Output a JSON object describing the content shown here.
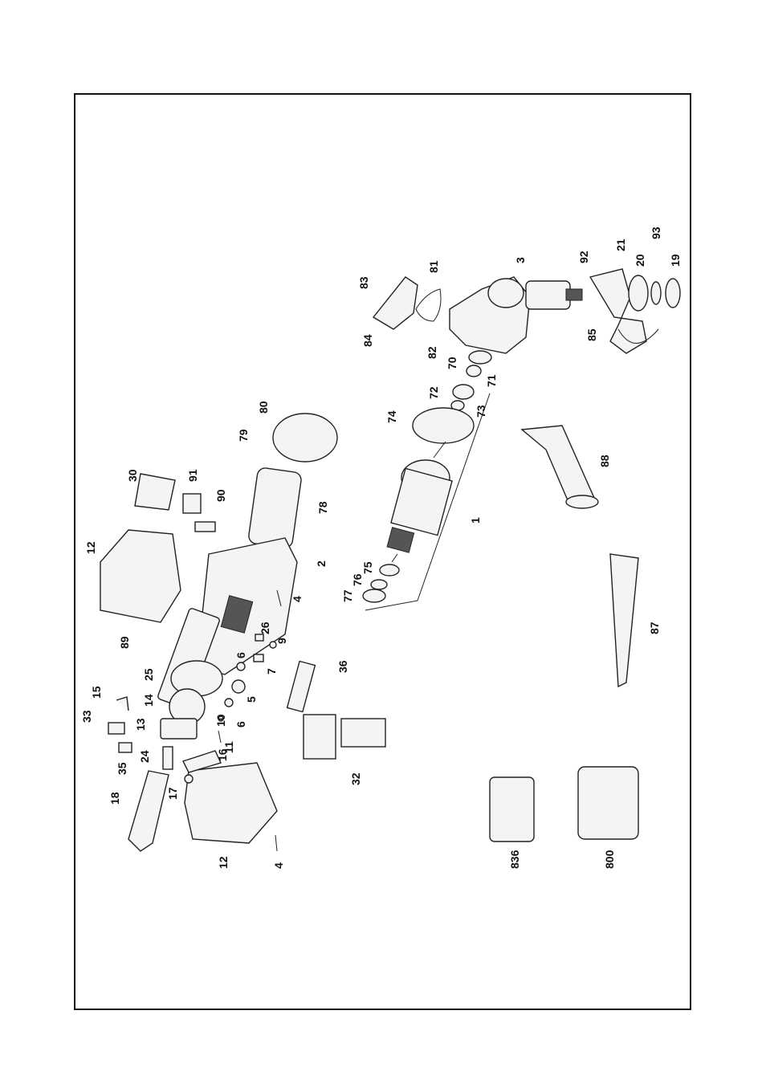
{
  "figure": {
    "labels": {
      "p1": "1",
      "p2": "2",
      "p3": "3",
      "p4a": "4",
      "p4b": "4",
      "p5": "5",
      "p6a": "6",
      "p6b": "6",
      "p7": "7",
      "p9": "9",
      "p10": "10",
      "p11": "11",
      "p12a": "12",
      "p12b": "12",
      "p13": "13",
      "p14": "14",
      "p15": "15",
      "p16": "16",
      "p17": "17",
      "p18": "18",
      "p19": "19",
      "p20": "20",
      "p21": "21",
      "p24": "24",
      "p25": "25",
      "p26": "26",
      "p30": "30",
      "p32": "32",
      "p33": "33",
      "p35": "35",
      "p36": "36",
      "p70": "70",
      "p71": "71",
      "p72": "72",
      "p73": "73",
      "p74": "74",
      "p75": "75",
      "p76": "76",
      "p77": "77",
      "p78": "78",
      "p79": "79",
      "p80": "80",
      "p81": "81",
      "p82": "82",
      "p83": "83",
      "p84": "84",
      "p85": "85",
      "p87": "87",
      "p88": "88",
      "p89": "89",
      "p90": "90",
      "p91": "91",
      "p92": "92",
      "p93": "93",
      "p800": "800",
      "p836": "836"
    }
  }
}
